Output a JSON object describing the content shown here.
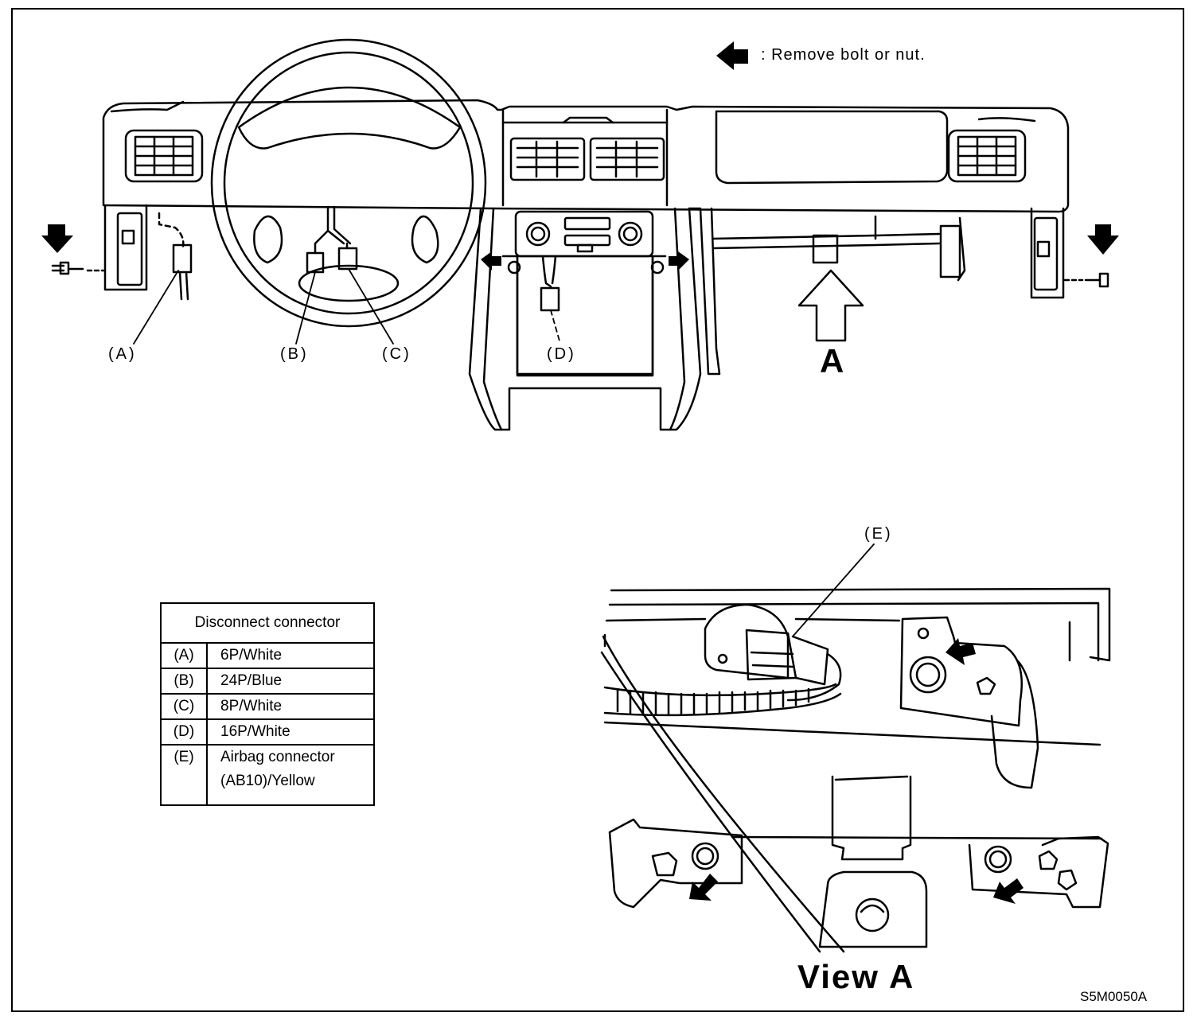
{
  "legend": {
    "text": ": Remove bolt or nut."
  },
  "callouts": {
    "A": "(A)",
    "B": "(B)",
    "C": "(C)",
    "D": "(D)",
    "E": "(E)"
  },
  "view_marker": "A",
  "view_title": "View A",
  "figure_code": "S5M0050A",
  "table": {
    "header": "Disconnect connector",
    "rows": [
      {
        "key": "(A)",
        "value": "6P/White"
      },
      {
        "key": "(B)",
        "value": "24P/Blue"
      },
      {
        "key": "(C)",
        "value": "8P/White"
      },
      {
        "key": "(D)",
        "value": "16P/White"
      },
      {
        "key": "(E)",
        "value": "Airbag connector",
        "value2": "(AB10)/Yellow"
      }
    ]
  }
}
